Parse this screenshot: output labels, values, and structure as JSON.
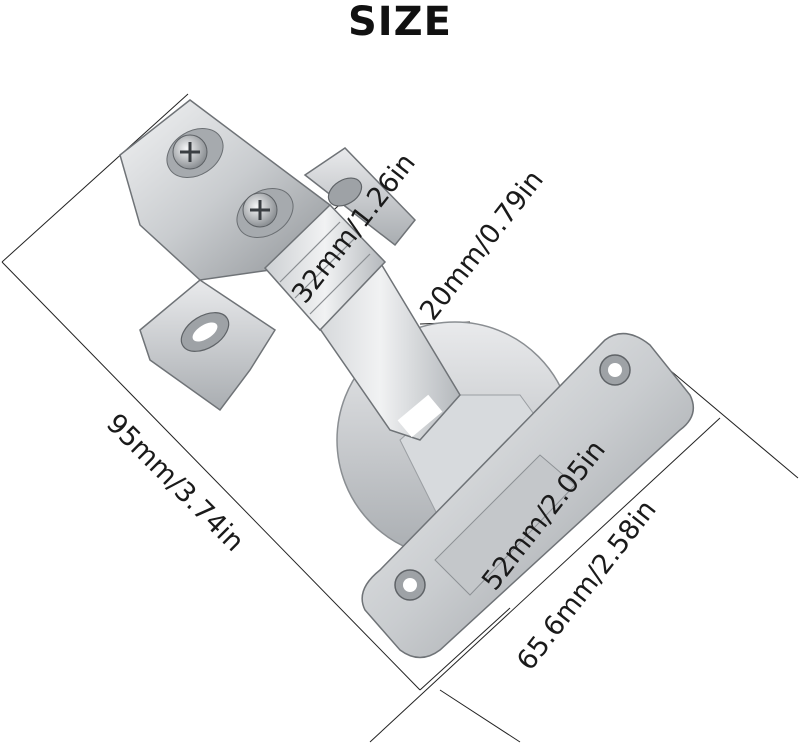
{
  "title": "SIZE",
  "dimensions": {
    "overall_length": "95mm/3.74in",
    "mount_plate_width": "32mm/1.26in",
    "cup_depth": "20mm/0.79in",
    "hole_spacing": "52mm/2.05in",
    "arm_plate_length": "65.6mm/2.58in"
  },
  "colors": {
    "metal_light": "#e4e6e8",
    "metal_mid": "#b9bcc0",
    "metal_dark": "#7e8286",
    "line": "#222222"
  }
}
